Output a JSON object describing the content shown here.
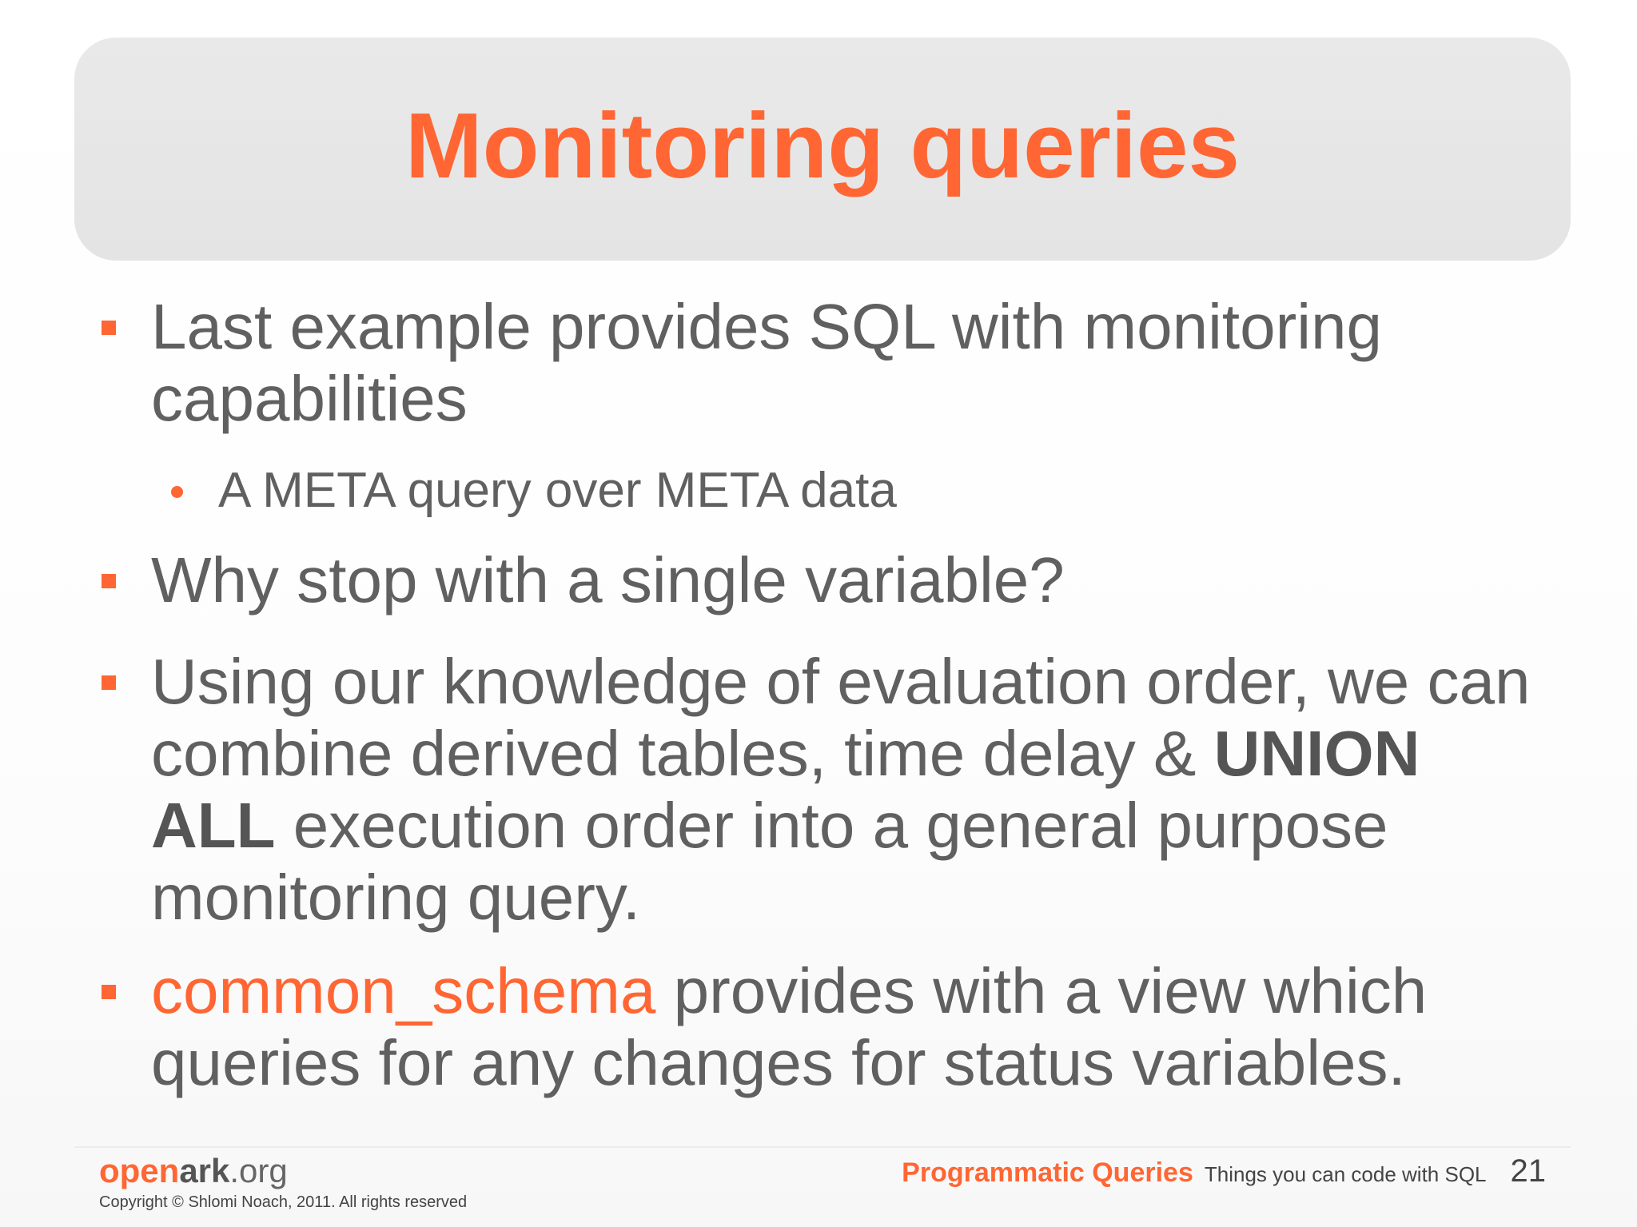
{
  "slide": {
    "title": "Monitoring queries",
    "bullets": [
      {
        "text": "Last example provides SQL with monitoring capabilities"
      },
      {
        "sub": "A META query over META data"
      },
      {
        "text": "Why stop with a single variable?"
      },
      {
        "part1": "Using our knowledge of evaluation order, we can combine derived tables, time delay & ",
        "bold": "UNION ALL",
        "part2": " execution order into a general purpose monitoring query."
      },
      {
        "highlight": "common_schema",
        "rest": " provides with a view which queries for any changes for status variables."
      }
    ]
  },
  "footer": {
    "brand_open": "open",
    "brand_ark": "ark",
    "brand_org": ".org",
    "copyright": "Copyright © Shlomi Noach, 2011. All rights reserved",
    "deck_title": "Programmatic Queries",
    "deck_subtitle": "Things you can code with SQL",
    "page_number": "21"
  },
  "colors": {
    "accent": "#ff6633",
    "text": "#606060",
    "title_box": "#e6e6e6"
  }
}
